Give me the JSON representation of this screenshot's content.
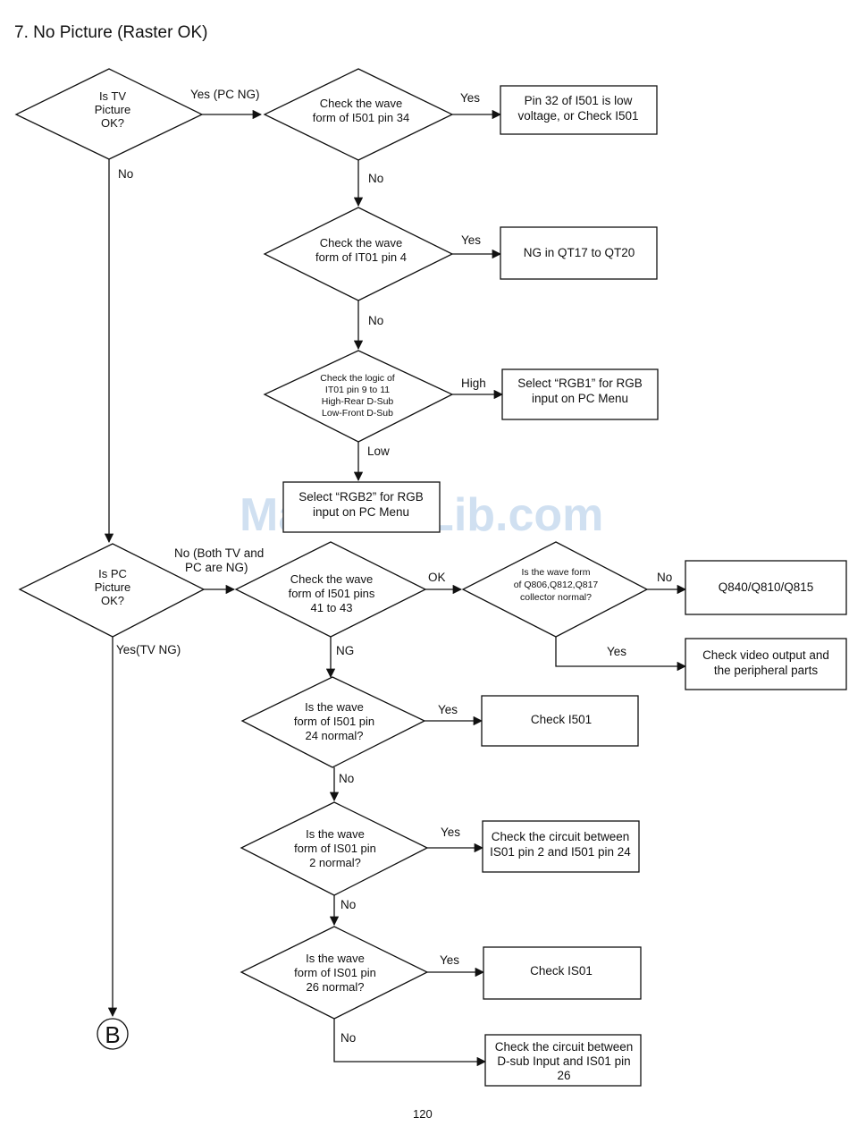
{
  "title": "7.  No Picture (Raster OK)",
  "page_number": "120",
  "watermark": "ManualsLib.com",
  "connector": "B",
  "diamonds": {
    "tv_ok": [
      "Is TV",
      "Picture",
      "OK?"
    ],
    "i501_pin34": [
      "Check the wave",
      "form of I501 pin 34"
    ],
    "it01_pin4": [
      "Check the wave",
      "form of IT01 pin 4"
    ],
    "it01_logic": [
      "Check the logic of",
      "IT01 pin 9 to 11",
      "High-Rear D-Sub",
      "Low-Front D-Sub"
    ],
    "pc_ok": [
      "Is PC",
      "Picture",
      "OK?"
    ],
    "i501_pins41": [
      "Check the wave",
      "form of I501 pins",
      "41 to 43"
    ],
    "q806": [
      "Is the wave form",
      "of Q806,Q812,Q817",
      "collector normal?"
    ],
    "i501_pin24": [
      "Is the wave",
      "form of I501 pin",
      "24 normal?"
    ],
    "is01_pin2": [
      "Is the wave",
      "form of IS01 pin",
      "2 normal?"
    ],
    "is01_pin26": [
      "Is the wave",
      "form of IS01 pin",
      "26 normal?"
    ]
  },
  "boxes": {
    "pin32": [
      "Pin 32 of I501 is low",
      "voltage, or Check I501"
    ],
    "qt17": [
      "NG in QT17 to QT20"
    ],
    "rgb1": [
      "Select “RGB1” for RGB",
      "input on PC Menu"
    ],
    "rgb2": [
      "Select “RGB2” for RGB",
      "input on PC Menu"
    ],
    "q840": [
      "Q840/Q810/Q815"
    ],
    "video_out": [
      "Check video output and",
      "the peripheral parts"
    ],
    "check_i501": [
      "Check I501"
    ],
    "circuit_is01_i501": [
      "Check the circuit between",
      "IS01 pin 2 and I501 pin 24"
    ],
    "check_is01": [
      "Check IS01"
    ],
    "circuit_dsub": [
      "Check the circuit between",
      "D-sub Input and IS01 pin",
      "26"
    ]
  },
  "labels": {
    "yes_pc_ng": "Yes (PC NG)",
    "no_tv": "No",
    "yes_pin34": "Yes",
    "no_pin34": "No",
    "yes_pin4": "Yes",
    "no_pin4": "No",
    "high": "High",
    "low": "Low",
    "no_both": [
      "No (Both TV and",
      "PC are NG)"
    ],
    "yes_tv_ng": "Yes(TV NG)",
    "ok": "OK",
    "ng": "NG",
    "no_q806": "No",
    "yes_q806": "Yes",
    "yes_pin24": "Yes",
    "no_pin24": "No",
    "yes_pin2": "Yes",
    "no_pin2": "No",
    "yes_pin26": "Yes",
    "no_pin26": "No"
  }
}
